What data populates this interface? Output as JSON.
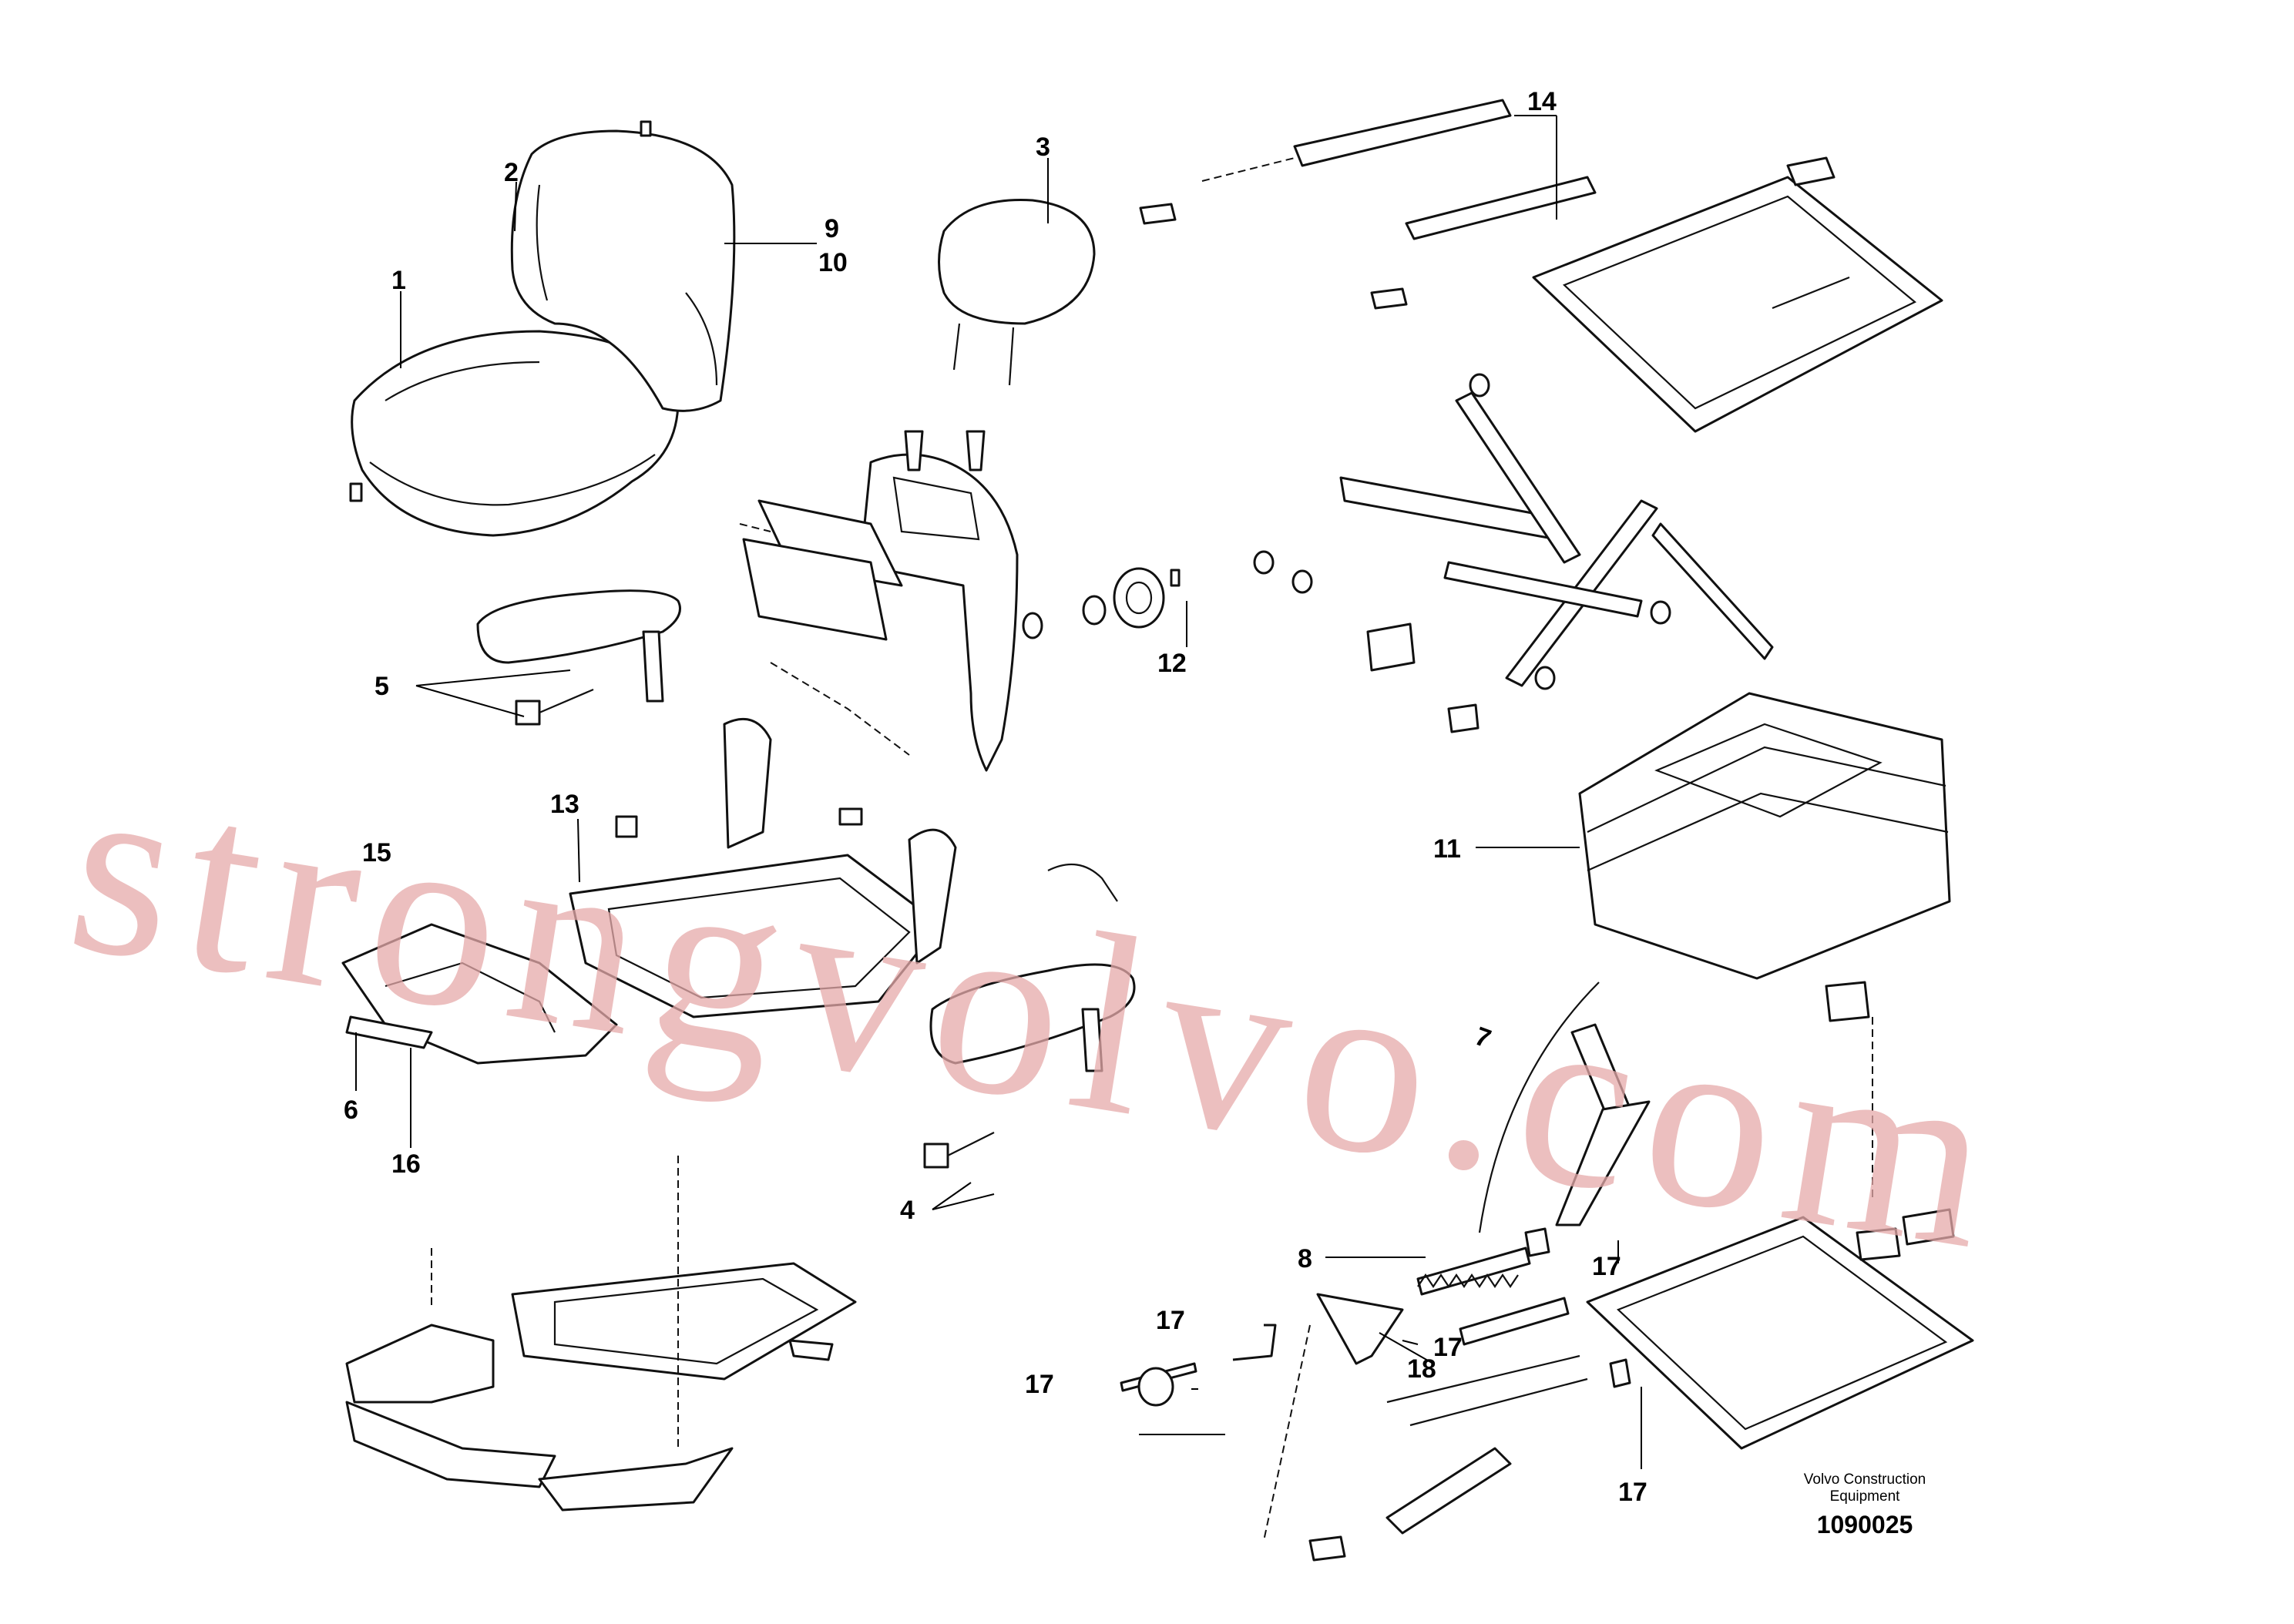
{
  "diagram": {
    "callouts": [
      {
        "id": "c1",
        "label": "1"
      },
      {
        "id": "c2",
        "label": "2"
      },
      {
        "id": "c3",
        "label": "3"
      },
      {
        "id": "c4",
        "label": "4"
      },
      {
        "id": "c5",
        "label": "5"
      },
      {
        "id": "c6",
        "label": "6"
      },
      {
        "id": "c7",
        "label": "7"
      },
      {
        "id": "c8",
        "label": "8"
      },
      {
        "id": "c9",
        "label": "9"
      },
      {
        "id": "c10",
        "label": "10"
      },
      {
        "id": "c11",
        "label": "11"
      },
      {
        "id": "c12",
        "label": "12"
      },
      {
        "id": "c13",
        "label": "13"
      },
      {
        "id": "c14",
        "label": "14"
      },
      {
        "id": "c15",
        "label": "15"
      },
      {
        "id": "c16",
        "label": "16"
      },
      {
        "id": "c17a",
        "label": "17"
      },
      {
        "id": "c17b",
        "label": "17"
      },
      {
        "id": "c17c",
        "label": "17"
      },
      {
        "id": "c17d",
        "label": "17"
      },
      {
        "id": "c17e",
        "label": "17"
      },
      {
        "id": "c18",
        "label": "18"
      }
    ],
    "credit_line1": "Volvo Construction",
    "credit_line2": "Equipment",
    "document_number": "1090025"
  },
  "watermark": "strongvolvo.com"
}
